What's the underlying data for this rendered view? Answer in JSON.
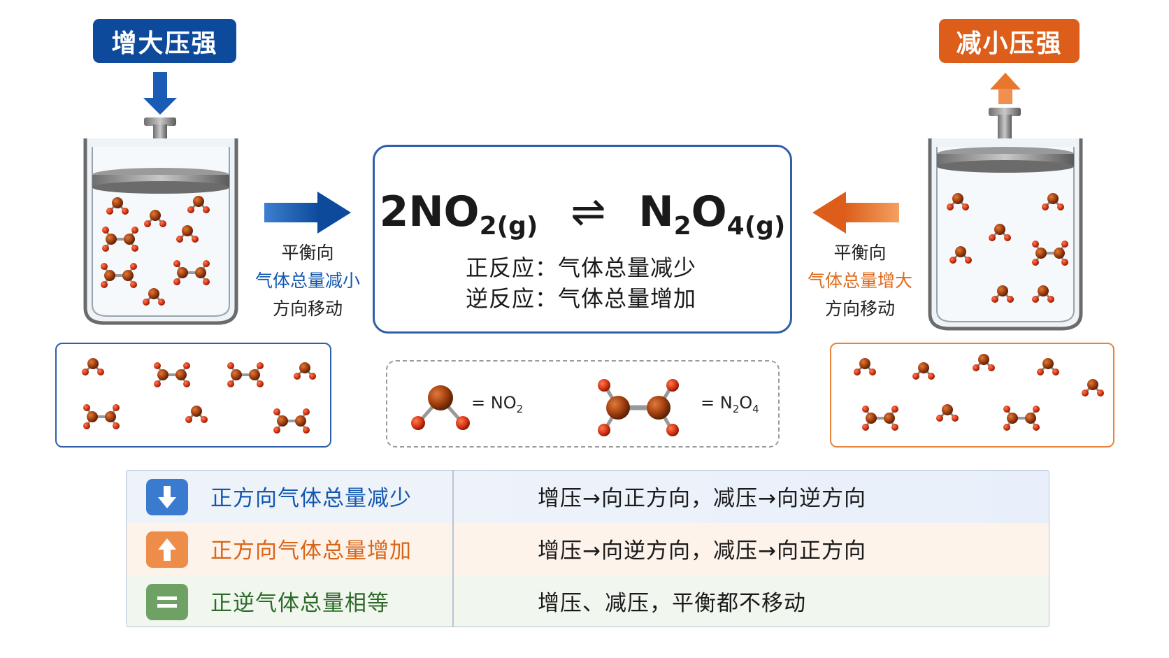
{
  "left_panel": {
    "tag": "增大压强",
    "caption_line1": "平衡向",
    "caption_highlight": "气体总量减小",
    "caption_line3": "方向移动"
  },
  "right_panel": {
    "tag": "减小压强",
    "caption_line1": "平衡向",
    "caption_highlight": "气体总量增大",
    "caption_line3": "方向移动"
  },
  "equation": {
    "reactant_coef": "2NO",
    "reactant_sub": "2(g)",
    "arrow": "⇌",
    "product_n": "N",
    "product_n_sub": "2",
    "product_o": "O",
    "product_o_sub": "4(g)",
    "forward": "正反应：气体总量减少",
    "reverse": "逆反应：气体总量增加"
  },
  "legend": {
    "no2_label": "= NO",
    "no2_sub": "2",
    "n2o4_label_n": "= N",
    "n2o4_sub1": "2",
    "n2o4_label_o": "O",
    "n2o4_sub2": "4"
  },
  "table": {
    "rows": [
      {
        "label": "正方向气体总量减少",
        "value": "增压→向正方向，减压→向逆方向"
      },
      {
        "label": "正方向气体总量增加",
        "value": "增压→向逆方向，减压→向正方向"
      },
      {
        "label": "正逆气体总量相等",
        "value": "增压、减压，平衡都不移动"
      }
    ]
  },
  "colors": {
    "blue": "#0d4a9b",
    "orange": "#dc5e1a",
    "green": "#2e6b2a",
    "molecule": "#a5400f",
    "oxygen": "#d23a12"
  }
}
